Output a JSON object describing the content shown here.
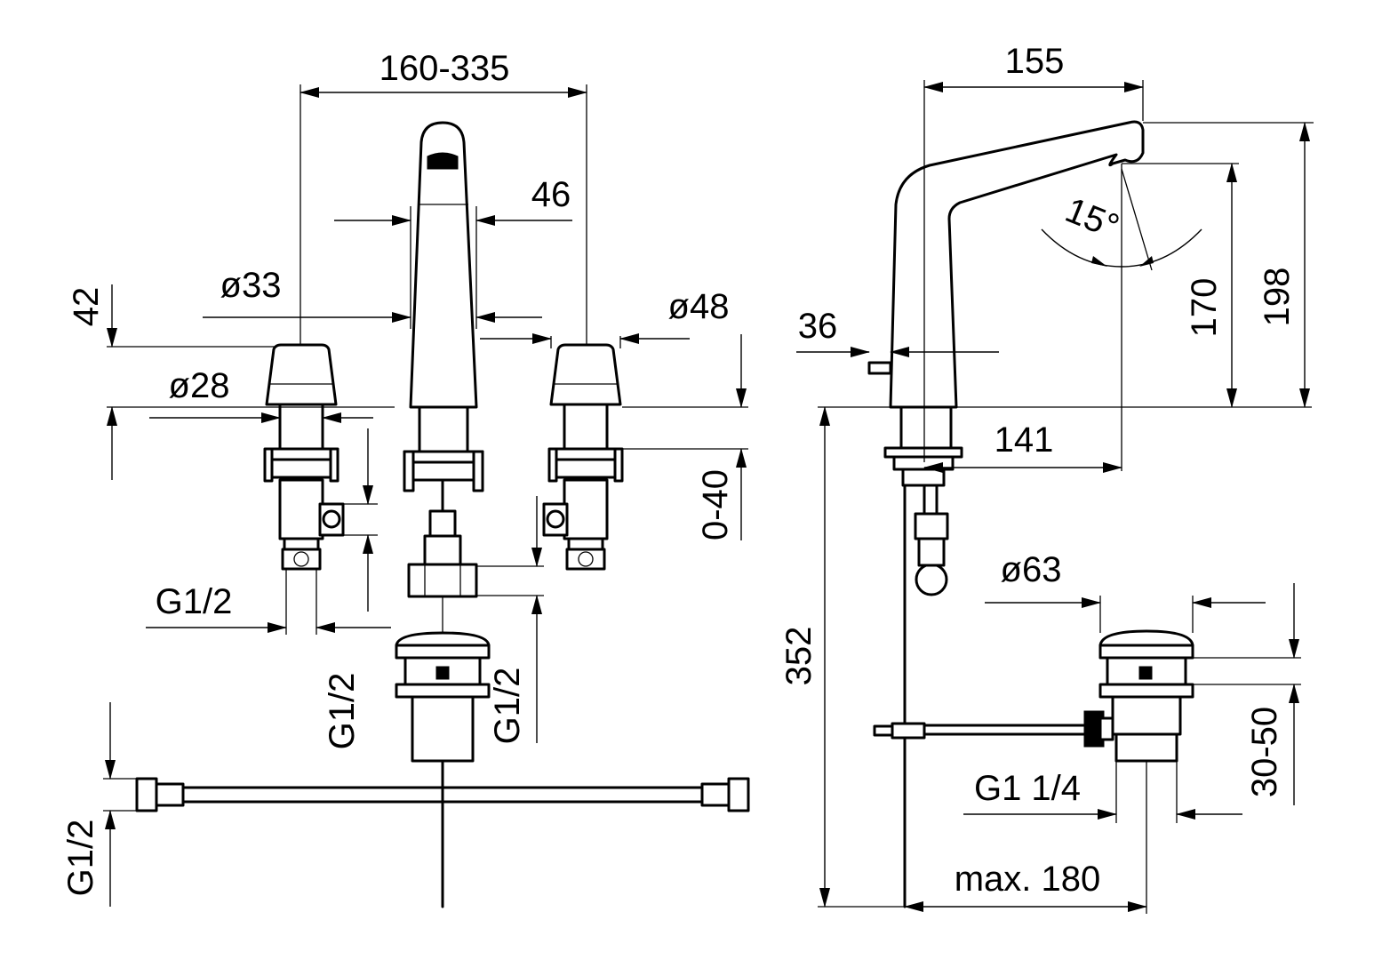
{
  "dimensions": {
    "width_span": "160-335",
    "spout_width": "46",
    "spout_dia": "ø33",
    "handle_height": "42",
    "handle_dia_top": "ø48",
    "handle_dia_base": "ø28",
    "stem_range": "0-40",
    "thread_left": "G1/2",
    "thread_center_left": "G1/2",
    "thread_center_right": "G1/2",
    "thread_hose": "G1/2",
    "reach": "155",
    "height_total": "198",
    "height_outlet": "170",
    "angle": "15°",
    "rod": "36",
    "outlet_offset": "141",
    "depth": "352",
    "waste_dia": "ø63",
    "waste_range": "30-50",
    "waste_thread": "G1 1/4",
    "max_reach": "max. 180"
  }
}
